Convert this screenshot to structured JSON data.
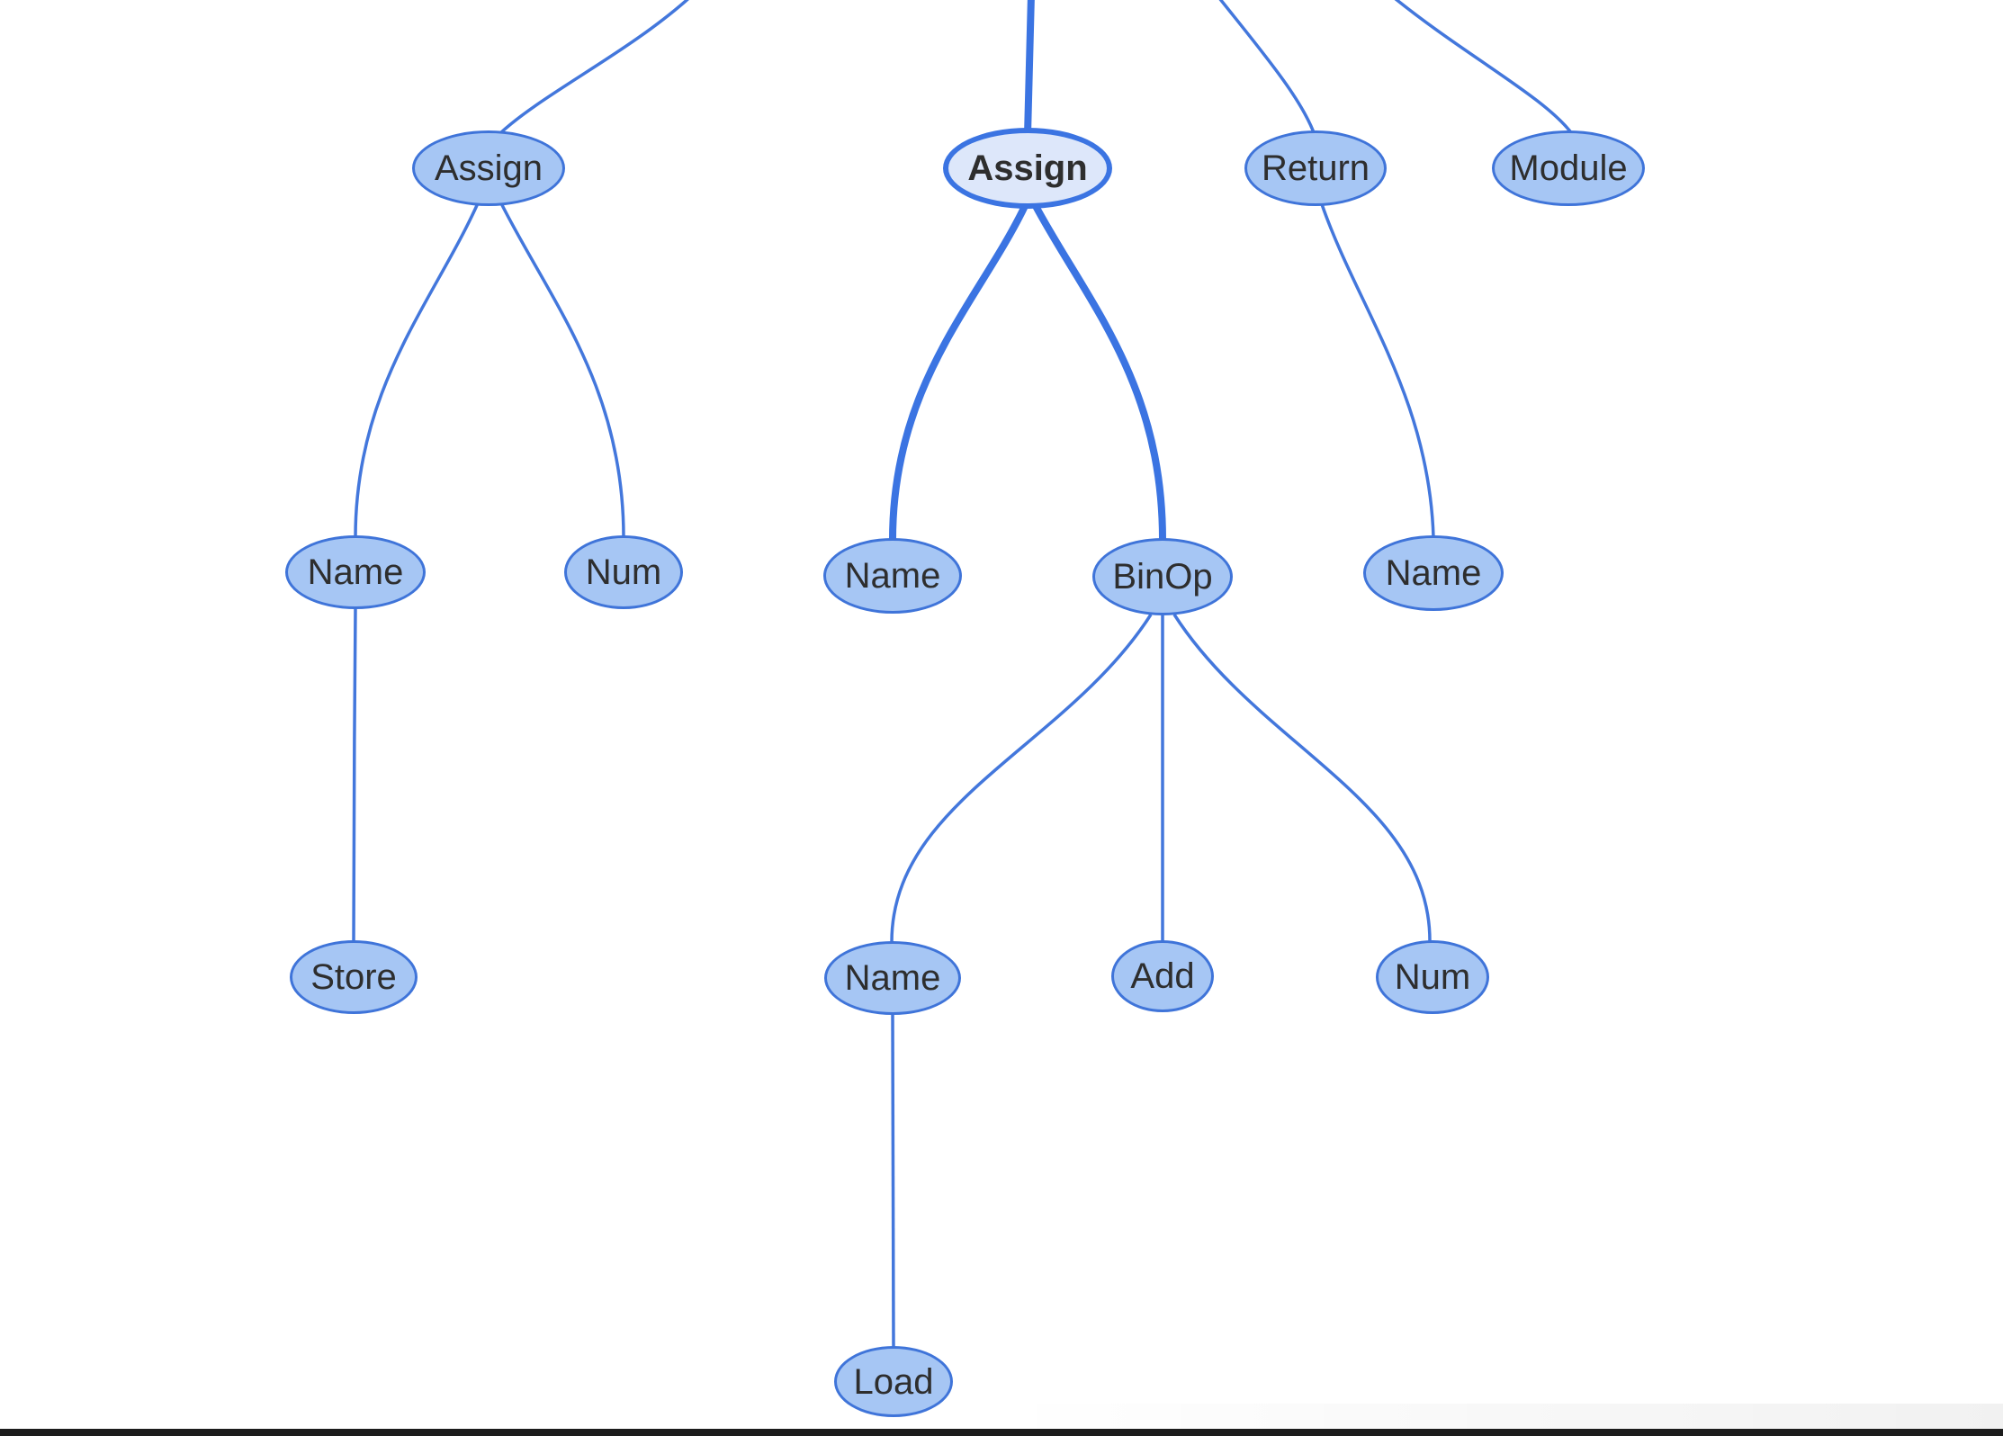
{
  "diagram": {
    "type": "tree",
    "description": "Abstract syntax tree visualization with the second Assign node highlighted",
    "nodes": [
      {
        "id": "assign-1",
        "label": "Assign",
        "highlighted": false
      },
      {
        "id": "assign-2",
        "label": "Assign",
        "highlighted": true
      },
      {
        "id": "return-1",
        "label": "Return",
        "highlighted": false
      },
      {
        "id": "module-1",
        "label": "Module",
        "highlighted": false
      },
      {
        "id": "name-1",
        "label": "Name",
        "highlighted": false
      },
      {
        "id": "num-1",
        "label": "Num",
        "highlighted": false
      },
      {
        "id": "name-2",
        "label": "Name",
        "highlighted": false
      },
      {
        "id": "binop-1",
        "label": "BinOp",
        "highlighted": false
      },
      {
        "id": "name-3",
        "label": "Name",
        "highlighted": false
      },
      {
        "id": "store-1",
        "label": "Store",
        "highlighted": false
      },
      {
        "id": "name-4",
        "label": "Name",
        "highlighted": false
      },
      {
        "id": "add-1",
        "label": "Add",
        "highlighted": false
      },
      {
        "id": "num-2",
        "label": "Num",
        "highlighted": false
      },
      {
        "id": "load-1",
        "label": "Load",
        "highlighted": false
      }
    ],
    "edges": [
      {
        "from": "offscreen-root",
        "to": "assign-1",
        "thick": false
      },
      {
        "from": "offscreen-root",
        "to": "assign-2",
        "thick": true
      },
      {
        "from": "offscreen-root",
        "to": "return-1",
        "thick": false
      },
      {
        "from": "offscreen-root",
        "to": "module-1",
        "thick": false
      },
      {
        "from": "assign-1",
        "to": "name-1",
        "thick": false
      },
      {
        "from": "assign-1",
        "to": "num-1",
        "thick": false
      },
      {
        "from": "assign-2",
        "to": "name-2",
        "thick": true
      },
      {
        "from": "assign-2",
        "to": "binop-1",
        "thick": true
      },
      {
        "from": "return-1",
        "to": "name-3",
        "thick": false
      },
      {
        "from": "name-1",
        "to": "store-1",
        "thick": false
      },
      {
        "from": "binop-1",
        "to": "name-4",
        "thick": false
      },
      {
        "from": "binop-1",
        "to": "add-1",
        "thick": false
      },
      {
        "from": "binop-1",
        "to": "num-2",
        "thick": false
      },
      {
        "from": "name-4",
        "to": "load-1",
        "thick": false
      }
    ]
  },
  "colors": {
    "background": "#ffffff",
    "node_fill": "#a6c6f4",
    "node_border": "#3f74d9",
    "node_text": "#2e2e2e",
    "highlight_fill": "#dde7fa",
    "highlight_border": "#3b74e2",
    "edge": "#4377dc",
    "edge_thick": "#3b74e2",
    "bottom_bar": "#1c1c1c"
  }
}
